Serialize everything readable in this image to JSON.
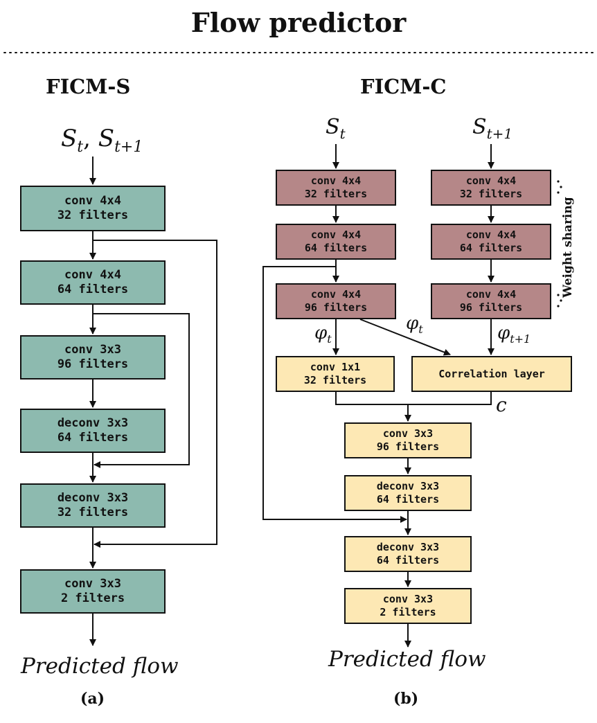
{
  "title": "Flow predictor",
  "panel_a": {
    "heading": "FICM-S",
    "input": {
      "s1": "S",
      "s1_sub": "t",
      "sep": ", ",
      "s2": "S",
      "s2_sub": "t+1"
    },
    "layers": [
      {
        "line1": "conv 4x4",
        "line2": "32 filters"
      },
      {
        "line1": "conv 4x4",
        "line2": "64 filters"
      },
      {
        "line1": "conv 3x3",
        "line2": "96 filters"
      },
      {
        "line1": "deconv 3x3",
        "line2": "64 filters"
      },
      {
        "line1": "deconv 3x3",
        "line2": "32 filters"
      },
      {
        "line1": "conv 3x3",
        "line2": "2 filters"
      }
    ],
    "output": "Predicted flow",
    "caption": "(a)"
  },
  "panel_b": {
    "heading": "FICM-C",
    "input_left": {
      "s": "S",
      "sub": "t"
    },
    "input_right": {
      "s": "S",
      "sub": "t+1"
    },
    "left_stack": [
      {
        "line1": "conv 4x4",
        "line2": "32 filters"
      },
      {
        "line1": "conv 4x4",
        "line2": "64 filters"
      },
      {
        "line1": "conv 4x4",
        "line2": "96 filters"
      }
    ],
    "right_stack": [
      {
        "line1": "conv 4x4",
        "line2": "32 filters"
      },
      {
        "line1": "conv 4x4",
        "line2": "64 filters"
      },
      {
        "line1": "conv 4x4",
        "line2": "96 filters"
      }
    ],
    "weight_sharing": "Weight sharing",
    "phi_left": {
      "s": "φ",
      "sub": "t"
    },
    "phi_mid": {
      "s": "φ",
      "sub": "t"
    },
    "phi_right": {
      "s": "φ",
      "sub": "t+1"
    },
    "conv1x1": {
      "line1": "conv 1x1",
      "line2": "32 filters"
    },
    "correlation": "Correlation layer",
    "concat_label": "c",
    "decoder": [
      {
        "line1": "conv 3x3",
        "line2": "96 filters"
      },
      {
        "line1": "deconv 3x3",
        "line2": "64 filters"
      },
      {
        "line1": "deconv 3x3",
        "line2": "64 filters"
      },
      {
        "line1": "conv 3x3",
        "line2": "2 filters"
      }
    ],
    "output": "Predicted flow",
    "caption": "(b)"
  },
  "colors": {
    "encoder_s": "#8dbaaf",
    "encoder_c": "#b58788",
    "decoder_c": "#fde8b4"
  }
}
